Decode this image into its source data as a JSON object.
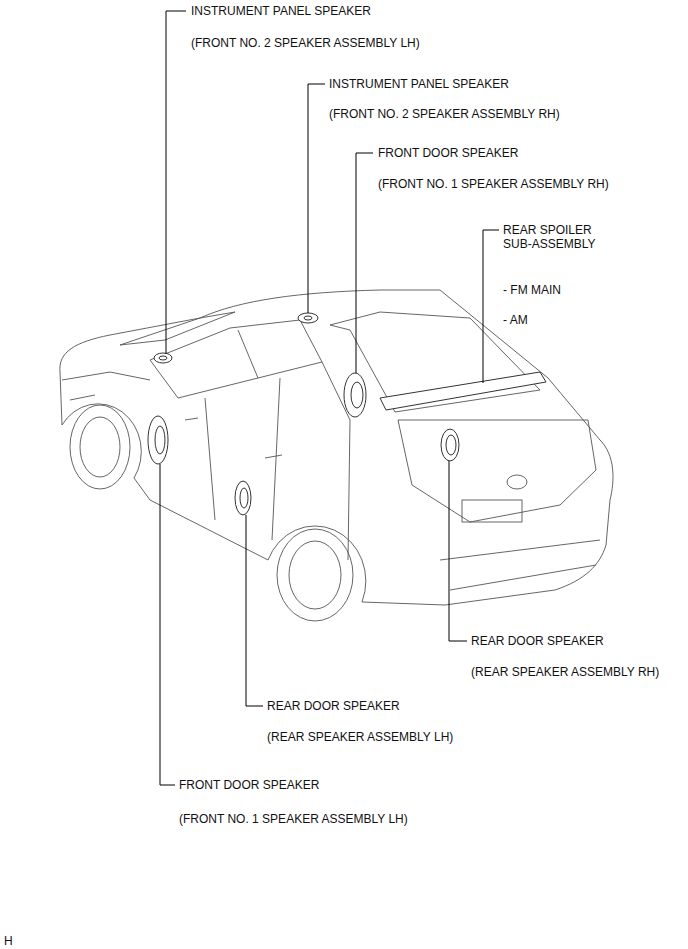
{
  "diagram": {
    "labels": [
      "INSTRUMENT PANEL SPEAKER",
      "(FRONT NO. 2 SPEAKER ASSEMBLY LH)",
      "INSTRUMENT PANEL SPEAKER",
      "(FRONT NO. 2 SPEAKER ASSEMBLY RH)",
      "FRONT DOOR SPEAKER",
      "(FRONT NO. 1 SPEAKER ASSEMBLY RH)",
      "REAR SPOILER SUB-ASSEMBLY",
      "- FM MAIN",
      "- AM",
      "REAR DOOR SPEAKER",
      "(REAR SPEAKER ASSEMBLY RH)",
      "REAR DOOR SPEAKER",
      "(REAR SPEAKER ASSEMBLY LH)",
      "FRONT DOOR SPEAKER",
      "(FRONT NO. 1 SPEAKER ASSEMBLY LH)",
      "H"
    ]
  }
}
